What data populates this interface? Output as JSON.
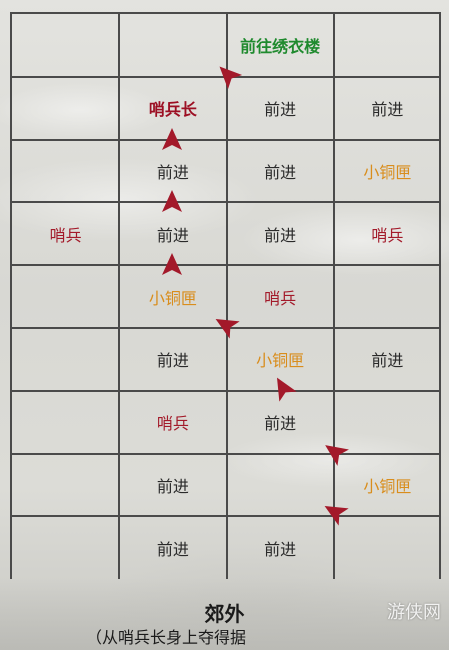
{
  "grid": {
    "rows": [
      [
        {
          "text": "",
          "type": "empty"
        },
        {
          "text": "",
          "type": "empty"
        },
        {
          "text": "前往绣衣楼",
          "type": "goal"
        },
        {
          "text": "",
          "type": "empty"
        }
      ],
      [
        {
          "text": "",
          "type": "empty"
        },
        {
          "text": "哨兵长",
          "type": "captain"
        },
        {
          "text": "前进",
          "type": "forward"
        },
        {
          "text": "前进",
          "type": "forward"
        }
      ],
      [
        {
          "text": "",
          "type": "empty"
        },
        {
          "text": "前进",
          "type": "forward"
        },
        {
          "text": "前进",
          "type": "forward"
        },
        {
          "text": "小铜匣",
          "type": "chest"
        }
      ],
      [
        {
          "text": "哨兵",
          "type": "sentry"
        },
        {
          "text": "前进",
          "type": "forward"
        },
        {
          "text": "前进",
          "type": "forward"
        },
        {
          "text": "哨兵",
          "type": "sentry"
        }
      ],
      [
        {
          "text": "",
          "type": "empty"
        },
        {
          "text": "小铜匣",
          "type": "chest"
        },
        {
          "text": "哨兵",
          "type": "sentry"
        },
        {
          "text": "",
          "type": "empty"
        }
      ],
      [
        {
          "text": "",
          "type": "empty"
        },
        {
          "text": "前进",
          "type": "forward"
        },
        {
          "text": "小铜匣",
          "type": "chest"
        },
        {
          "text": "前进",
          "type": "forward"
        }
      ],
      [
        {
          "text": "",
          "type": "empty"
        },
        {
          "text": "哨兵",
          "type": "sentry"
        },
        {
          "text": "前进",
          "type": "forward"
        },
        {
          "text": "",
          "type": "empty"
        }
      ],
      [
        {
          "text": "",
          "type": "empty"
        },
        {
          "text": "前进",
          "type": "forward"
        },
        {
          "text": "",
          "type": "empty"
        },
        {
          "text": "小铜匣",
          "type": "chest"
        }
      ],
      [
        {
          "text": "",
          "type": "empty"
        },
        {
          "text": "前进",
          "type": "forward"
        },
        {
          "text": "前进",
          "type": "forward"
        },
        {
          "text": "",
          "type": "empty"
        }
      ]
    ]
  },
  "footer": {
    "title": "郊外",
    "subtitle": "（从哨兵长身上夺得据",
    "watermark": "游侠网"
  },
  "colors": {
    "forward": "#2a2a2a",
    "chest": "#d98d1c",
    "sentry": "#a31a2a",
    "captain": "#9c0f23",
    "goal": "#1f8a2e",
    "arrow": "#a3192a",
    "grid_line": "#4a4a4a"
  },
  "path_arrows": [
    {
      "direction": "up-right"
    },
    {
      "direction": "up"
    },
    {
      "direction": "up"
    },
    {
      "direction": "up"
    },
    {
      "direction": "up-left"
    },
    {
      "direction": "up-left"
    },
    {
      "direction": "up-left"
    },
    {
      "direction": "up-left"
    }
  ]
}
